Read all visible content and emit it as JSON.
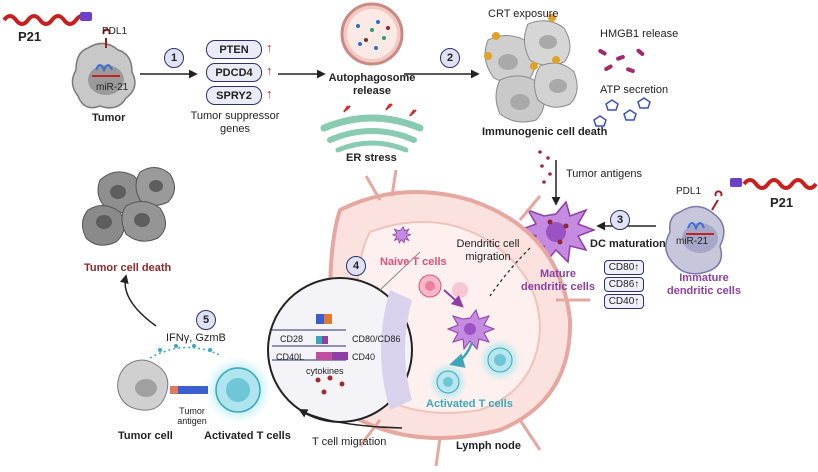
{
  "labels": {
    "p21_left": "P21",
    "pdl1_left": "PDL1",
    "mir21_left": "miR-21",
    "tumor": "Tumor",
    "tumor_suppressor": "Tumor suppressor genes",
    "genes": [
      "PTEN",
      "PDCD4",
      "SPRY2"
    ],
    "autophagosome": "Autophagosome release",
    "er_stress": "ER stress",
    "crt": "CRT exposure",
    "hmgb1": "HMGB1 release",
    "atp": "ATP secretion",
    "icd": "Immunogenic cell death",
    "tumor_antigens": "Tumor antigens",
    "pdl1_right": "PDL1",
    "p21_right": "P21",
    "dc_maturation": "DC maturation",
    "mir21_right": "miR-21",
    "immature_dc": "Immature dendritic cells",
    "mature_dc": "Mature dendritic cells",
    "dc_migration": "Dendritic cell migration",
    "markers": [
      "CD80",
      "CD86",
      "CD40"
    ],
    "naive_t": "Naive T cells",
    "activated_t": "Activated T cells",
    "lymph_node": "Lymph node",
    "cd28": "CD28",
    "cd80_86": "CD80/CD86",
    "cd40l": "CD40L",
    "cd40": "CD40",
    "cytokines": "cytokines",
    "tumor_cell_death": "Tumor cell death",
    "ifn": "IFNγ, GzmB",
    "tumor_cell": "Tumor cell",
    "tumor_antigen": "Tumor antigen",
    "activated_t_left": "Activated  T cells",
    "t_migration": "T cell migration"
  },
  "steps": [
    "1",
    "2",
    "3",
    "4",
    "5"
  ],
  "colors": {
    "navy": "#2b2f6b",
    "red": "#d62a2a",
    "purple": "#8e3fa6",
    "pink": "#e0527a",
    "teal": "#3aa8b8",
    "maroon": "#8a2a2a",
    "grey": "#9a9a9a"
  }
}
